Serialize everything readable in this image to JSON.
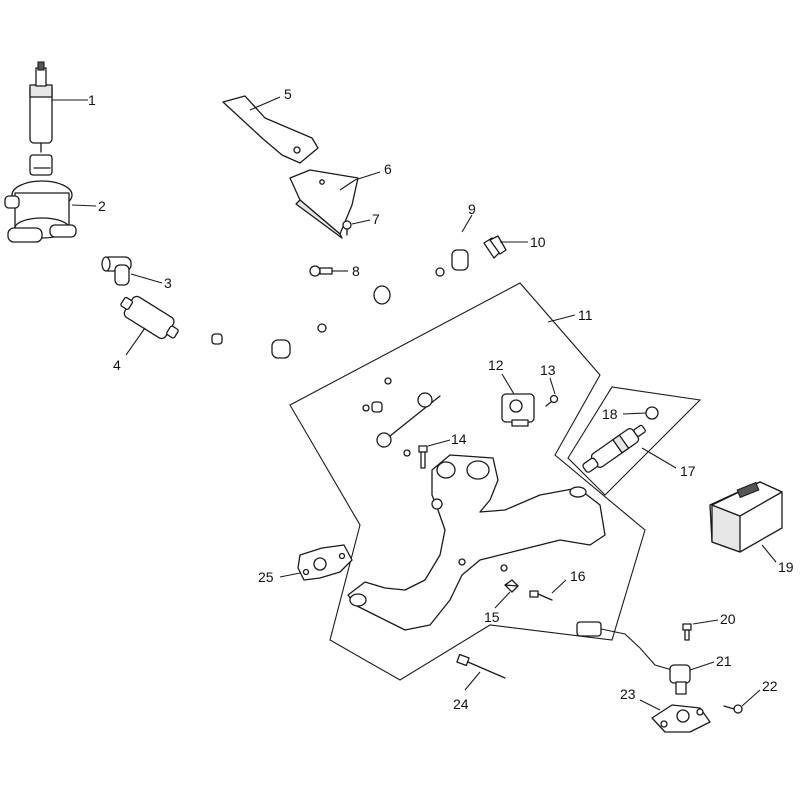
{
  "diagram": {
    "type": "exploded-parts-diagram",
    "callouts": [
      "1",
      "2",
      "3",
      "4",
      "5",
      "6",
      "7",
      "8",
      "9",
      "10",
      "11",
      "12",
      "13",
      "14",
      "15",
      "16",
      "17",
      "18",
      "19",
      "20",
      "21",
      "22",
      "23",
      "24",
      "25"
    ]
  }
}
